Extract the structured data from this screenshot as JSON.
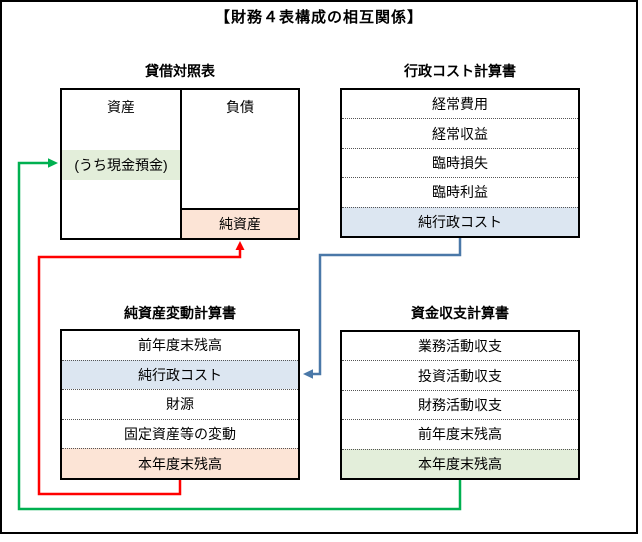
{
  "page_title": "【財務４表構成の相互関係】",
  "colors": {
    "red_arrow": "#ff0000",
    "green_arrow": "#00b050",
    "blue_arrow": "#4a78a8",
    "fill_green": "#e3eeda",
    "fill_peach": "#fce4d6",
    "fill_blue": "#dce6f1"
  },
  "balance_sheet": {
    "title": "貸借対照表",
    "assets_header": "資産",
    "liabilities_header": "負債",
    "cash_item": "(うち現金預金)",
    "net_assets_item": "純資産"
  },
  "admin_cost_statement": {
    "title": "行政コスト計算書",
    "rows": [
      "経常費用",
      "経常収益",
      "臨時損失",
      "臨時利益",
      "純行政コスト"
    ]
  },
  "net_assets_statement": {
    "title": "純資産変動計算書",
    "rows": [
      "前年度末残高",
      "純行政コスト",
      "財源",
      "固定資産等の変動",
      "本年度末残高"
    ]
  },
  "cash_flow_statement": {
    "title": "資金収支計算書",
    "rows": [
      "業務活動収支",
      "投資活動収支",
      "財務活動収支",
      "前年度末残高",
      "本年度末残高"
    ]
  }
}
